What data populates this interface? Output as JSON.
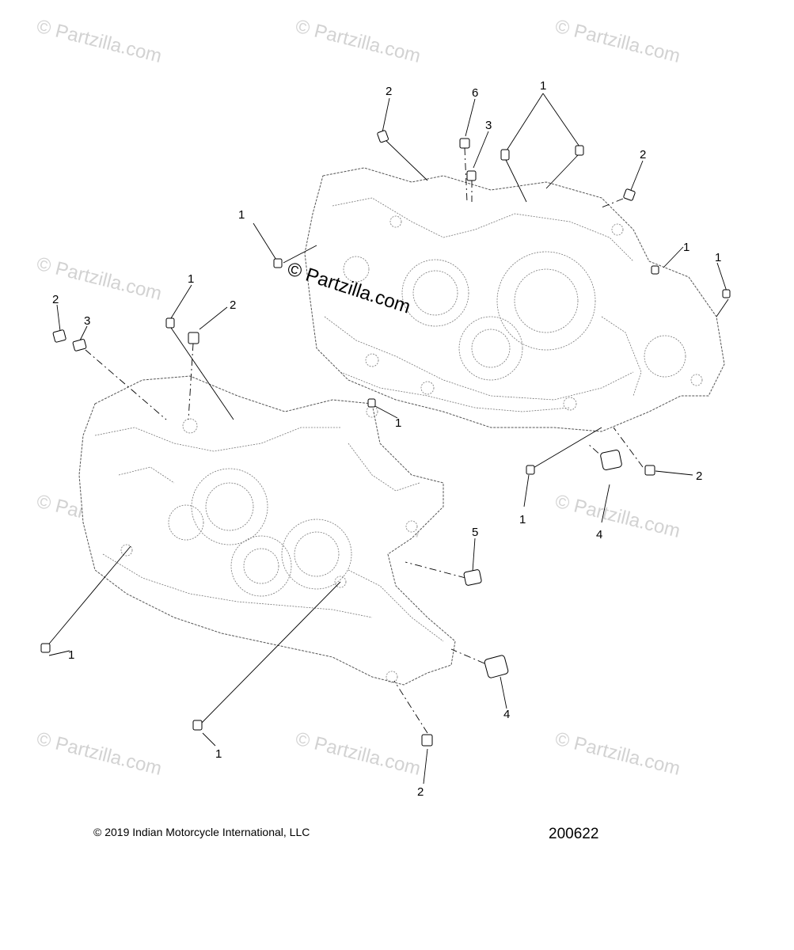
{
  "watermark": {
    "text": "© Partzilla.com",
    "center_text": "© Partzilla.com"
  },
  "callouts": [
    {
      "id": "c1",
      "label": "2"
    },
    {
      "id": "c2",
      "label": "6"
    },
    {
      "id": "c3",
      "label": "3"
    },
    {
      "id": "c4",
      "label": "1"
    },
    {
      "id": "c5",
      "label": "2"
    },
    {
      "id": "c6",
      "label": "1"
    },
    {
      "id": "c7",
      "label": "1"
    },
    {
      "id": "c8",
      "label": "1"
    },
    {
      "id": "c9",
      "label": "1"
    },
    {
      "id": "c10",
      "label": "2"
    },
    {
      "id": "c11",
      "label": "2"
    },
    {
      "id": "c12",
      "label": "3"
    },
    {
      "id": "c13",
      "label": "1"
    },
    {
      "id": "c14",
      "label": "2"
    },
    {
      "id": "c15",
      "label": "1"
    },
    {
      "id": "c16",
      "label": "4"
    },
    {
      "id": "c17",
      "label": "5"
    },
    {
      "id": "c18",
      "label": "1"
    },
    {
      "id": "c19",
      "label": "4"
    },
    {
      "id": "c20",
      "label": "1"
    },
    {
      "id": "c21",
      "label": "2"
    }
  ],
  "footer": {
    "copyright": "© 2019 Indian Motorcycle International, LLC",
    "diagram_id": "200622"
  }
}
